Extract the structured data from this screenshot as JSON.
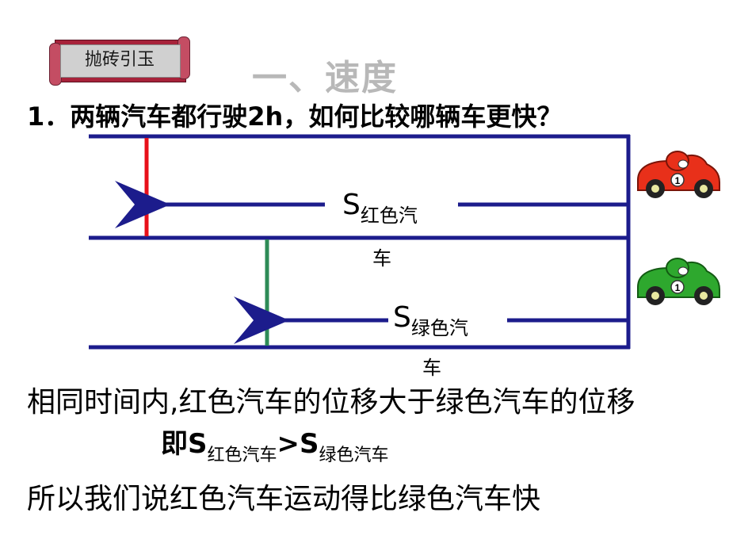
{
  "badge": {
    "text": "抛砖引玉"
  },
  "title": "一、速度",
  "question": "1．两辆汽车都行驶2h，如何比较哪辆车更快？",
  "diagram": {
    "red_label_main": "S",
    "red_label_sub": "红色汽",
    "red_label_wrap": "车",
    "green_label_main": "S",
    "green_label_sub": "绿色汽",
    "green_label_wrap": "车",
    "red_car_number": "1",
    "green_car_number": "1"
  },
  "colors": {
    "road": "#1c1c8c",
    "red_marker": "#e8101a",
    "green_marker": "#2e8b57",
    "red_car": "#e8301a",
    "green_car": "#2ea82e"
  },
  "statement": "相同时间内,红色汽车的位移大于绿色汽车的位移",
  "comparison": {
    "prefix": "即",
    "s1": "S",
    "s1_sub": "红色汽车",
    "op": ">",
    "s2": "S",
    "s2_sub": "绿色汽车"
  },
  "conclusion": "所以我们说红色汽车运动得比绿色汽车快"
}
